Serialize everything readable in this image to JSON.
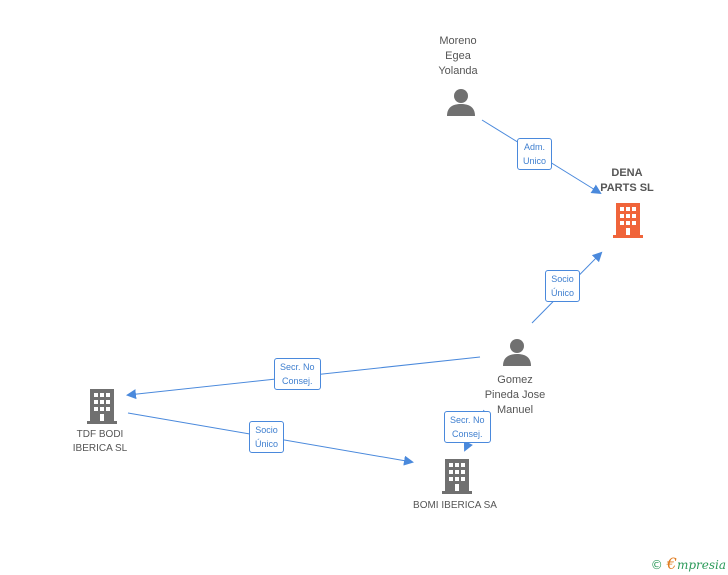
{
  "colors": {
    "edge": "#4a89dc",
    "person": "#707070",
    "company": "#707070",
    "company_main": "#f0643a"
  },
  "nodes": {
    "moreno": {
      "lines": [
        "Moreno",
        "Egea",
        "Yolanda"
      ],
      "icon": "person-icon"
    },
    "dena": {
      "lines": [
        "DENA",
        "PARTS SL"
      ],
      "icon": "building-icon"
    },
    "gomez": {
      "lines": [
        "Gomez",
        "Pineda Jose",
        "Manuel"
      ],
      "icon": "person-icon"
    },
    "tdf": {
      "lines": [
        "TDF BODI",
        "IBERICA  SL"
      ],
      "icon": "building-icon"
    },
    "bomi": {
      "lines": [
        "BOMI IBERICA SA"
      ],
      "icon": "building-icon"
    }
  },
  "edges": {
    "adm_unico": {
      "lines": [
        "Adm.",
        "Unico"
      ]
    },
    "socio_unico_dena": {
      "lines": [
        "Socio",
        "Único"
      ]
    },
    "secr_tdf": {
      "lines": [
        "Secr.  No",
        "Consej."
      ]
    },
    "socio_unico_bomi": {
      "lines": [
        "Socio",
        "Único"
      ]
    },
    "secr_bomi": {
      "lines": [
        "Secr.  No",
        "Consej."
      ]
    }
  },
  "footer": {
    "copyright": "©",
    "brand_first": "€",
    "brand_rest": "mpresia"
  }
}
